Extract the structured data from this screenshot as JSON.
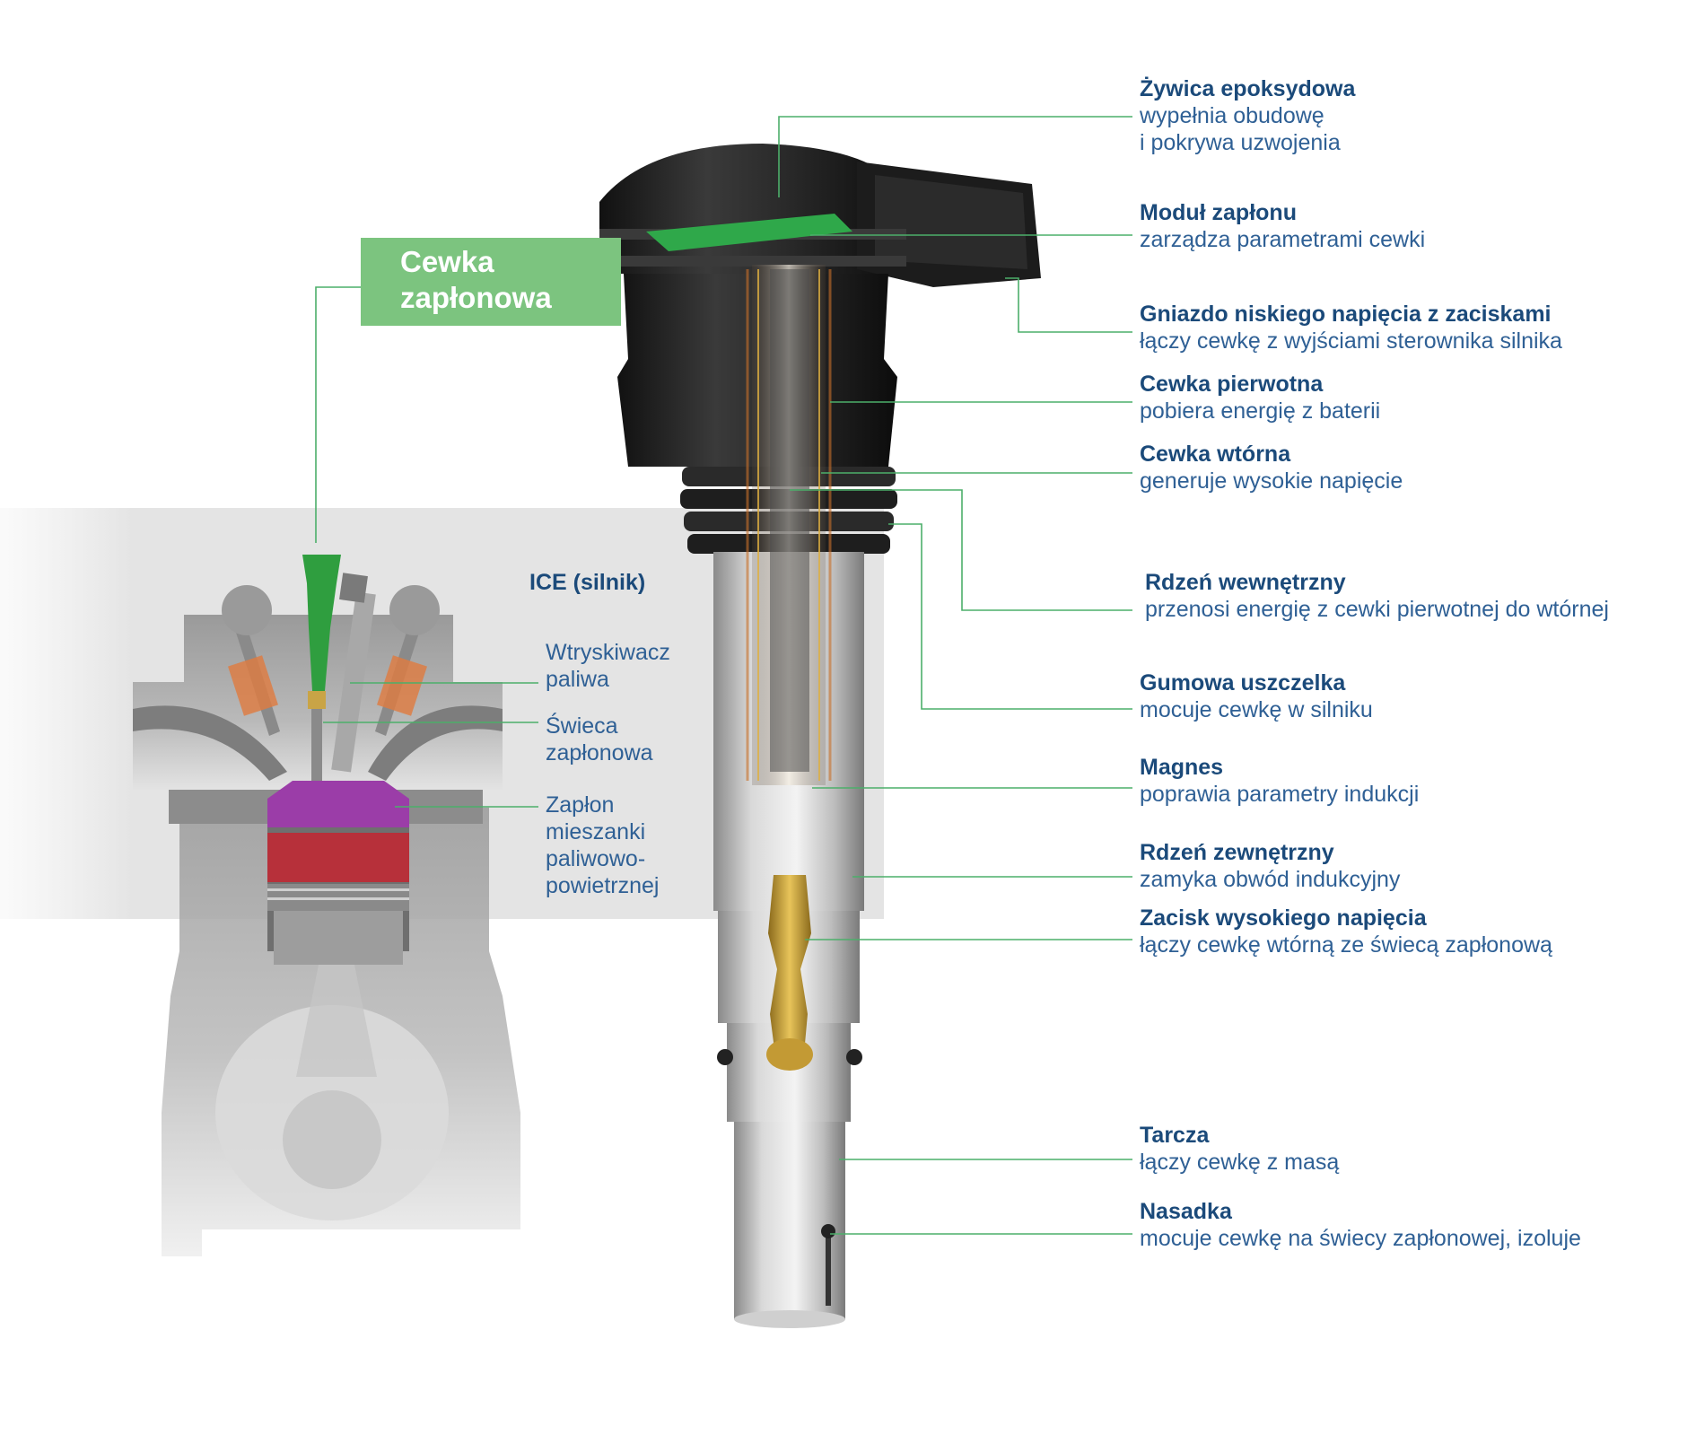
{
  "title": {
    "line1": "Cewka",
    "line2": "zapłonowa"
  },
  "engine": {
    "title": "ICE (silnik)",
    "injector": [
      "Wtryskiwacz",
      "paliwa"
    ],
    "spark_plug": [
      "Świeca",
      "zapłonowa"
    ],
    "ignition": [
      "Zapłon",
      "mieszanki",
      "paliwowo-",
      "powietrznej"
    ]
  },
  "parts": [
    {
      "title": "Żywica epoksydowa",
      "desc": [
        "wypełnia obudowę",
        "i pokrywa uzwojenia"
      ]
    },
    {
      "title": "Moduł zapłonu",
      "desc": [
        "zarządza parametrami cewki"
      ]
    },
    {
      "title": "Gniazdo niskiego napięcia z zaciskami",
      "desc": [
        "łączy cewkę z wyjściami sterownika silnika"
      ]
    },
    {
      "title": "Cewka pierwotna",
      "desc": [
        "pobiera energię z baterii"
      ]
    },
    {
      "title": "Cewka wtórna",
      "desc": [
        "generuje wysokie napięcie"
      ]
    },
    {
      "title": "Rdzeń wewnętrzny",
      "desc": [
        "przenosi energię z cewki pierwotnej do wtórnej"
      ]
    },
    {
      "title": "Gumowa uszczelka",
      "desc": [
        "mocuje cewkę w silniku"
      ]
    },
    {
      "title": "Magnes",
      "desc": [
        "poprawia parametry indukcji"
      ]
    },
    {
      "title": "Rdzeń zewnętrzny",
      "desc": [
        "zamyka obwód indukcyjny"
      ]
    },
    {
      "title": "Zacisk wysokiego napięcia",
      "desc": [
        "łączy cewkę wtórną ze świecą zapłonową"
      ]
    },
    {
      "title": "Tarcza",
      "desc": [
        "łączy cewkę z masą"
      ]
    },
    {
      "title": "Nasadka",
      "desc": [
        "mocuje cewkę na świecy zapłonowej, izoluje"
      ]
    }
  ],
  "colors": {
    "accent_green": "#7cc47f",
    "leader_line": "#4caf6a",
    "label_blue": "#1b4a7a"
  }
}
